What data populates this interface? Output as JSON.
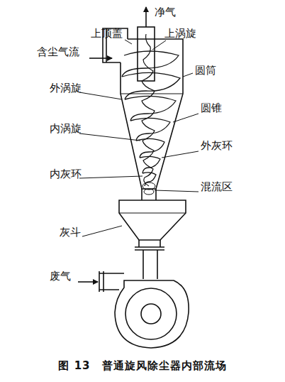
{
  "diagram": {
    "caption": "图 13　普通旋风除尘器内部流场",
    "labels": [
      "净气",
      "上顶盖",
      "上涡旋",
      "含尘气流",
      "圆筒",
      "外涡旋",
      "圆锥",
      "内涡旋",
      "外灰环",
      "内灰环",
      "混流区",
      "灰斗",
      "废气"
    ]
  }
}
